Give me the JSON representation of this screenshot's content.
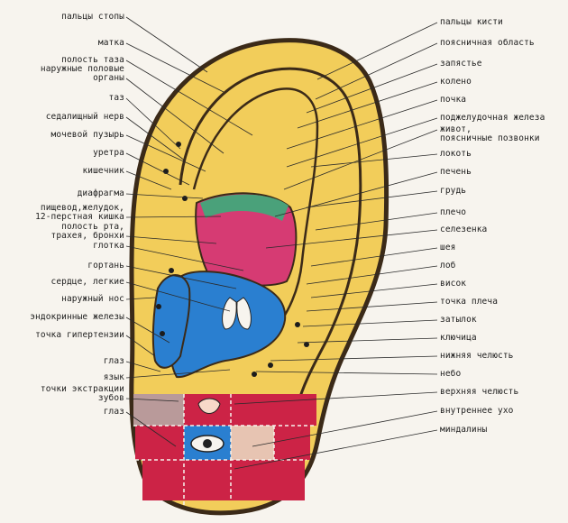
{
  "diagram": {
    "left_labels": [
      "пальцы стопы",
      "матка",
      "полость таза",
      "наружные половые\nорганы",
      "таз",
      "седалищный нерв",
      "мочевой пузырь",
      "уретра",
      "кишечник",
      "диафрагма",
      "пищевод,желудок,\n12-перстная кишка",
      "полость рта,\nтрахея, бронхи",
      "глотка",
      "гортань",
      "сердце, легкие",
      "наружный нос",
      "эндокринные железы",
      "точка гипертензии",
      "глаз",
      "язык",
      "точки экстракции\nзубов",
      "глаз"
    ],
    "right_labels": [
      "пальцы кисти",
      "поясничная область",
      "запястье",
      "колено",
      "почка",
      "поджелудочная железа",
      "живот,\nпоясничные позвонки",
      "локоть",
      "печень",
      "грудь",
      "плечо",
      "селезенка",
      "шея",
      "лоб",
      "висок",
      "точка плеча",
      "затылок",
      "ключица",
      "нижняя челюсть",
      "небо",
      "верхняя челюсть",
      "внутреннее ухо",
      "миндалины"
    ],
    "colors": {
      "ear_fill": "#f2cd5a",
      "ear_outline": "#3b2a18",
      "blue": "#2a7fd0",
      "pink": "#d63b73",
      "green": "#4aa17a",
      "red": "#cc2346",
      "grey": "#b99a9a"
    }
  }
}
